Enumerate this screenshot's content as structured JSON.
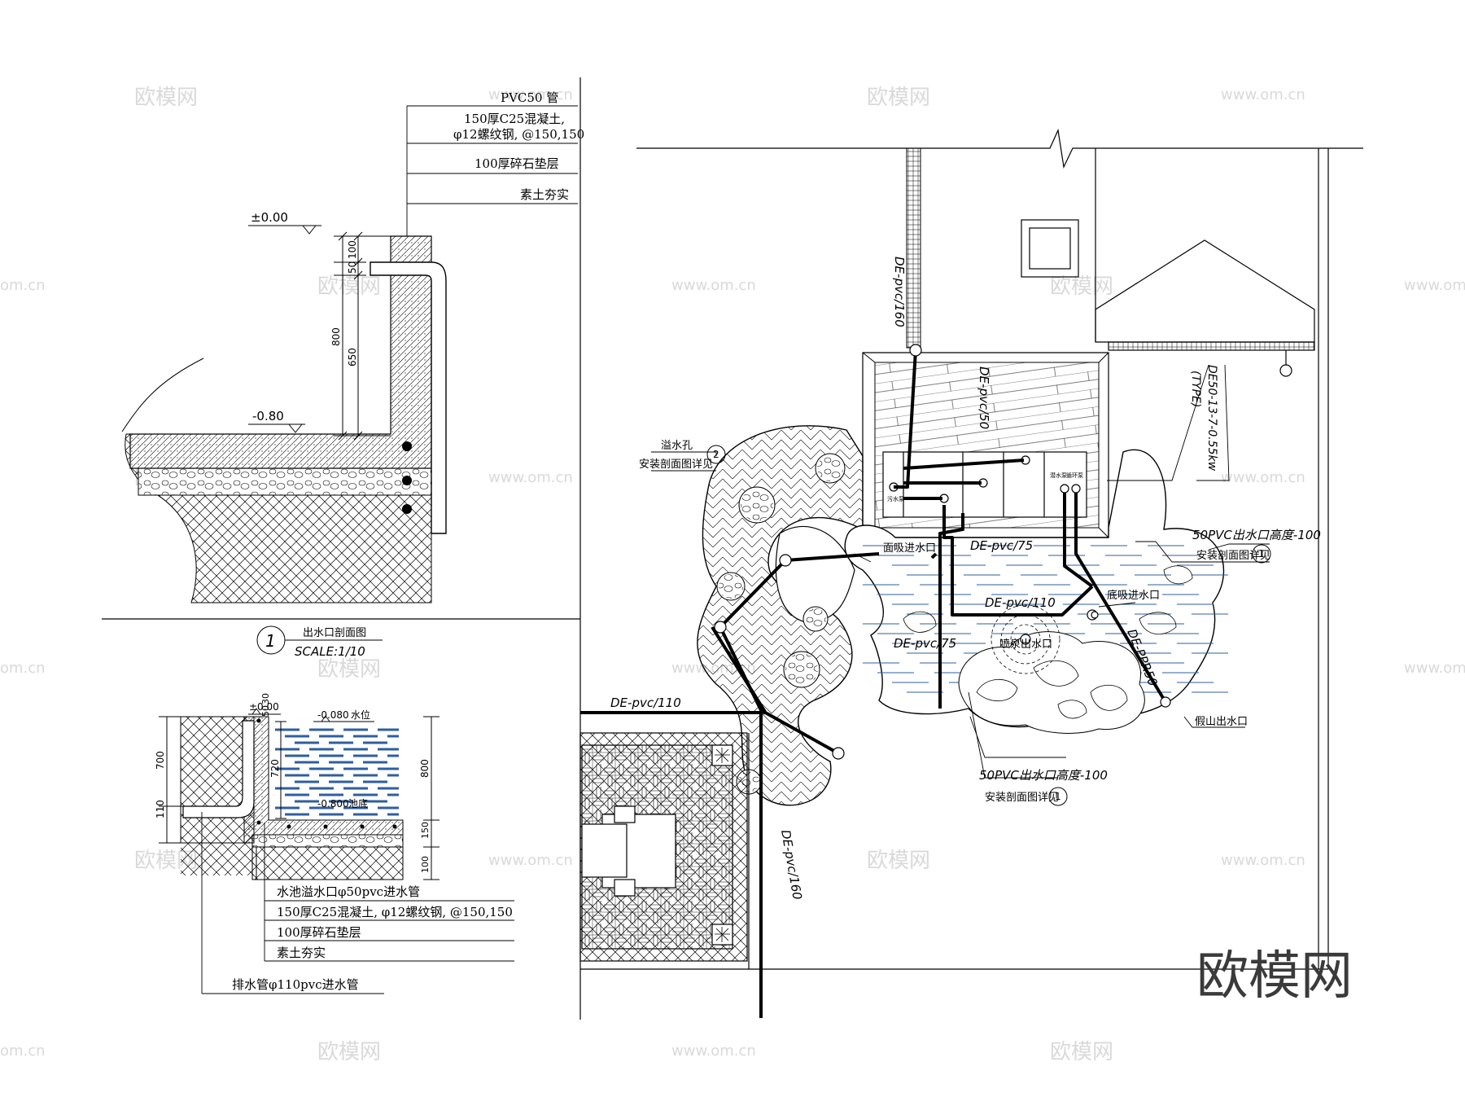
{
  "colors": {
    "ink": "#000000",
    "water": "#2f5f9e",
    "watermark": "#d9d9d9"
  },
  "watermarks": {
    "logo": "欧模网",
    "site": "www.om.cn",
    "site_fragment": "om.cn",
    "brand_large": "欧模网"
  },
  "section1": {
    "label_pvc50": "PVC50 管",
    "label_concrete_1": "150厚C25混凝土,",
    "label_concrete_2": "φ12螺纹钢, @150,150",
    "label_gravel": "100厚碎石垫层",
    "label_soil": "素土夯实",
    "level_top": "±0.00",
    "level_bottom": "-0.80",
    "dim_100": "100",
    "dim_50": "50",
    "dim_800": "800",
    "dim_650": "650",
    "title_number": "1",
    "title": "出水口剖面图",
    "scale": "SCALE:1/10"
  },
  "section2": {
    "level_top": "±0.00",
    "level_water": "-0.080",
    "label_water": "水位",
    "level_bottom": "-0.800",
    "label_bottom": "池底",
    "dim_50": "50",
    "dim_30": "30",
    "dim_700": "700",
    "dim_110": "110",
    "dim_720": "720",
    "dim_800": "800",
    "dim_150": "150",
    "dim_100": "100",
    "label_overflow": "水池溢水口φ50pvc进水管",
    "label_concrete": "150厚C25混凝土, φ12螺纹钢, @150,150",
    "label_gravel": "100厚碎石垫层",
    "label_soil": "素土夯实",
    "label_drain": "排水管φ110pvc进水管"
  },
  "plan": {
    "pipe_de160_top": "DE-pvc/160",
    "pipe_de50": "DE-pvc/50",
    "pump_spec_1": "DE50-13-7-0.55kw",
    "pump_spec_2": "(TYPE)",
    "overflow_label": "溢水孔",
    "detail_ref_a": "安装剖面图详见",
    "detail_ref_a_num": "2",
    "surface_inlet": "面吸进水口",
    "pipe_de75_a": "DE-pvc/75",
    "outlet_50_a": "50PVC出水口高度-100",
    "detail_ref_b": "安装剖面图详见",
    "detail_ref_b_num": "1",
    "pipe_de110_a": "DE-pvc/110",
    "bottom_inlet": "底吸进水口",
    "fountain_outlet": "喷泉出水口",
    "pipe_de75_b": "DE-pvc/75",
    "pipe_ppr50": "DE-PPR50",
    "rockery_outlet": "假山出水口",
    "pipe_de110_b": "DE-pvc/110",
    "outlet_50_b": "50PVC出水口高度-100",
    "detail_ref_c": "安装剖面图详见",
    "detail_ref_c_num": "1",
    "pipe_de160_bottom": "DE-pvc/160",
    "pump_room_a": "污水泵",
    "pump_room_b": "潜水泵",
    "pump_room_c": "循环泵"
  }
}
